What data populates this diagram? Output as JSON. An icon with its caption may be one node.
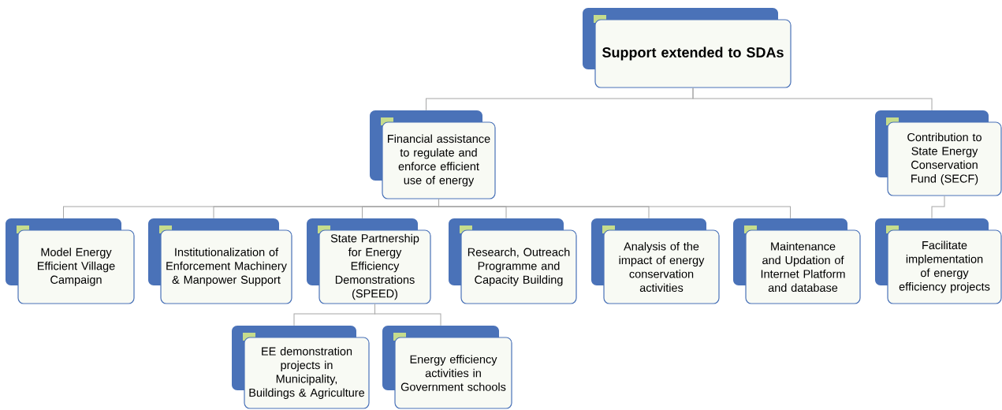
{
  "diagram": {
    "nodes": [
      {
        "text": [
          "Support extended to SDAs"
        ]
      },
      {
        "text": [
          "Financial assistance to regulate and enforce efficient use of energy"
        ]
      },
      {
        "text": [
          "Contribution to State Energy Conservation Fund (SECF)"
        ]
      },
      {
        "text": [
          "Model Energy Efficient Village Campaign"
        ]
      },
      {
        "text": [
          "Institutionalization of Enforcement Machinery & Manpower Support"
        ]
      },
      {
        "text": [
          "State Partnership for Energy Efficiency Demonstrations (SPEED)"
        ]
      },
      {
        "text": [
          "Research, Outreach Programme and Capacity Building"
        ]
      },
      {
        "text": [
          "Analysis of the impact of energy conservation activities"
        ]
      },
      {
        "text": [
          "Maintenance and Updation of Internet Platform and database"
        ]
      },
      {
        "text": [
          "Facilitate implementation of energy efficiency projects"
        ]
      },
      {
        "text": [
          "EE demonstration projects in Municipality, Buildings & Agriculture"
        ]
      },
      {
        "text": [
          "Energy efficiency activities in Government schools"
        ]
      }
    ],
    "edges": [
      {
        "from": 0,
        "to": 1,
        "arrow": "none"
      },
      {
        "from": 0,
        "to": 2,
        "arrow": "none"
      },
      {
        "from": 1,
        "to": 3,
        "arrow": "none"
      },
      {
        "from": 1,
        "to": 4,
        "arrow": "none"
      },
      {
        "from": 1,
        "to": 5,
        "arrow": "none"
      },
      {
        "from": 1,
        "to": 6,
        "arrow": "none"
      },
      {
        "from": 1,
        "to": 7,
        "arrow": "none"
      },
      {
        "from": 1,
        "to": 8,
        "arrow": "none"
      },
      {
        "from": 2,
        "to": 9,
        "arrow": "none"
      },
      {
        "from": 5,
        "to": 10,
        "arrow": "none"
      },
      {
        "from": 5,
        "to": 11,
        "arrow": "none"
      }
    ]
  }
}
